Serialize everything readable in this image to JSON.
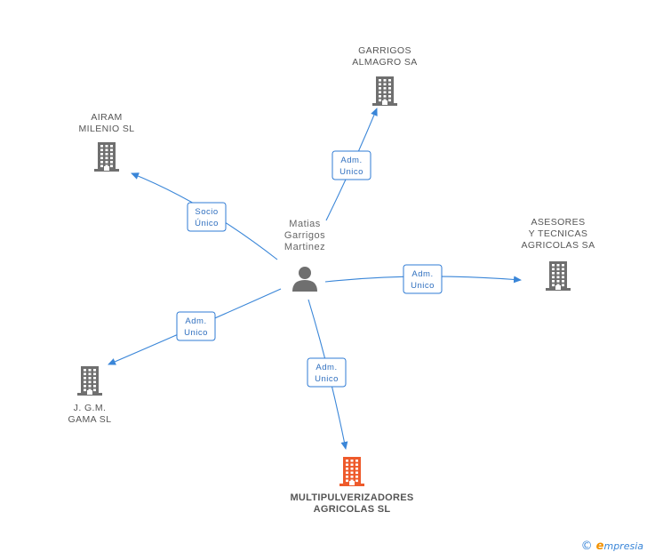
{
  "person": {
    "lines": [
      "Matias",
      "Garrigos",
      "Martinez"
    ]
  },
  "companies": [
    {
      "id": "garrigos",
      "lines": [
        "GARRIGOS",
        "ALMAGRO SA"
      ],
      "highlight": false
    },
    {
      "id": "airam",
      "lines": [
        "AIRAM",
        "MILENIO SL"
      ],
      "highlight": false
    },
    {
      "id": "asesores",
      "lines": [
        "ASESORES",
        "Y TECNICAS",
        "AGRICOLAS SA"
      ],
      "highlight": false
    },
    {
      "id": "jgm",
      "lines": [
        "J. G.M.",
        "GAMA SL"
      ],
      "highlight": false
    },
    {
      "id": "multi",
      "lines": [
        "MULTIPULVERIZADORES",
        "AGRICOLAS SL"
      ],
      "highlight": true
    }
  ],
  "edges": [
    {
      "to": "garrigos",
      "label": [
        "Adm.",
        "Unico"
      ]
    },
    {
      "to": "airam",
      "label": [
        "Socio",
        "Único"
      ]
    },
    {
      "to": "asesores",
      "label": [
        "Adm.",
        "Unico"
      ]
    },
    {
      "to": "jgm",
      "label": [
        "Adm.",
        "Unico"
      ]
    },
    {
      "to": "multi",
      "label": [
        "Adm.",
        "Unico"
      ]
    }
  ],
  "colors": {
    "building": "#6f6f6f",
    "building_highlight": "#ee5a2b",
    "edge": "#3a86d8",
    "person": "#6f6f6f"
  },
  "icons": {
    "person": "person-icon",
    "company": "building-icon"
  },
  "footer": {
    "copyright": "©",
    "brand_initial": "e",
    "brand_rest": "mpresia"
  }
}
